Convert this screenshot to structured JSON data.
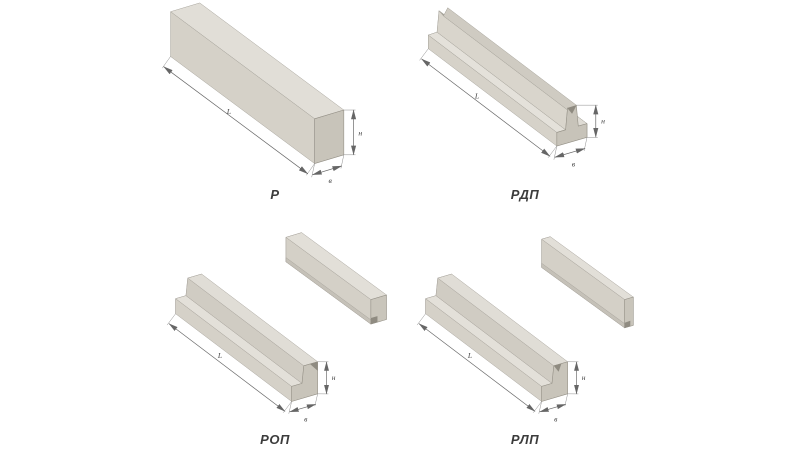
{
  "figures": [
    {
      "id": "r",
      "label": "Р",
      "dims": {
        "length": "L",
        "width": "в",
        "height": "н"
      }
    },
    {
      "id": "rdp",
      "label": "РДП",
      "dims": {
        "length": "L",
        "width": "в",
        "height": "н"
      }
    },
    {
      "id": "rop",
      "label": "РОП",
      "dims": {
        "length": "L",
        "width": "в",
        "height": "н"
      }
    },
    {
      "id": "rlp",
      "label": "РЛП",
      "dims": {
        "length": "L",
        "width": "в",
        "height": "н"
      }
    }
  ],
  "colors": {
    "concrete_top": "#e2dfd8",
    "concrete_side": "#d5d1c8",
    "concrete_end": "#c8c4ba",
    "groove_dark": "#8f8b81",
    "dim_line": "#666666",
    "label_text": "#3c3c3c",
    "background": "#ffffff"
  }
}
